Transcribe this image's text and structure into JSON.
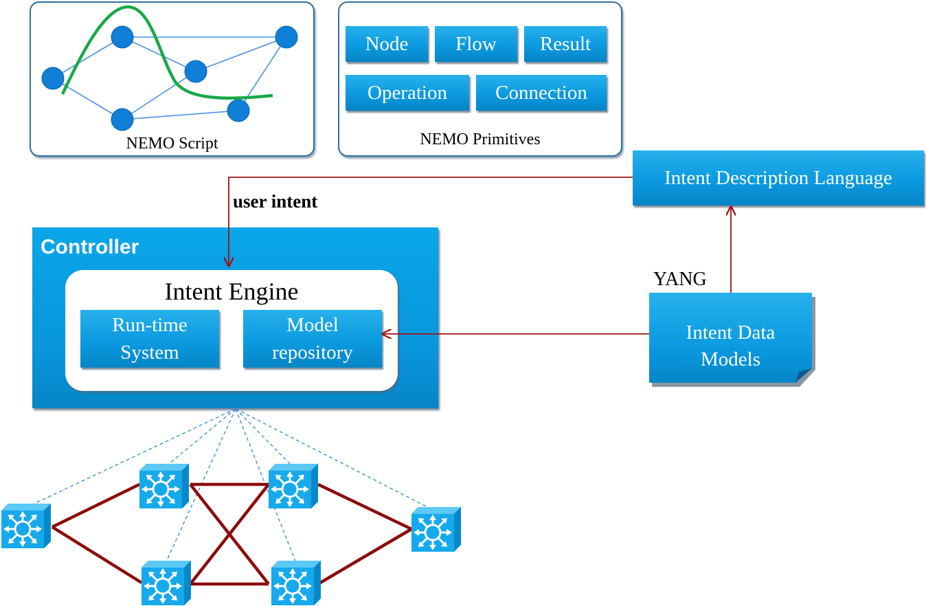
{
  "nemo_script": {
    "caption": "NEMO Script"
  },
  "nemo_primitives": {
    "caption": "NEMO Primitives",
    "items": [
      "Node",
      "Flow",
      "Result",
      "Operation",
      "Connection"
    ]
  },
  "intent_description_language": {
    "label": "Intent Description Language"
  },
  "user_intent_label": "user intent",
  "yang_label": "YANG",
  "controller": {
    "title": "Controller",
    "intent_engine": {
      "title": "Intent Engine",
      "runtime_system": {
        "line1": "Run-time",
        "line2": "System"
      },
      "model_repository": {
        "line1": "Model",
        "line2": "repository"
      }
    }
  },
  "intent_data_models": {
    "line1": "Intent Data",
    "line2": "Models"
  },
  "colors": {
    "box_blue": "#0b9ae0",
    "arrow_dark_red": "#a01010",
    "link_dark_red": "#8b0c0c",
    "dashed_link_blue": "#3d8fe0",
    "graph_node_blue": "#0f7fd8",
    "curve_green": "#1aa84a"
  },
  "icons": {
    "switch": "network-switch-icon",
    "graph_node": "graph-node-icon"
  }
}
